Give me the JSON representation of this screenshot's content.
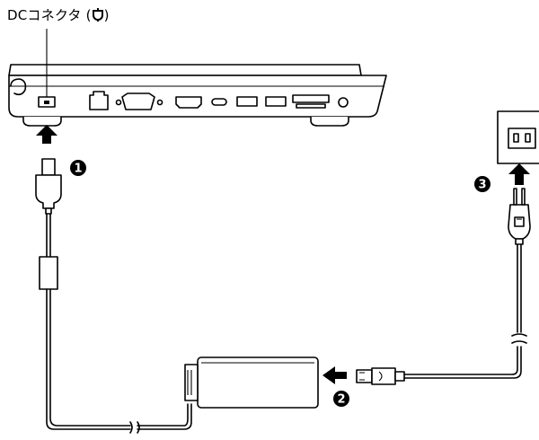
{
  "callout": {
    "connector_label": "DCコネクタ (",
    "connector_label_end": ")"
  },
  "steps": [
    {
      "number": "1"
    },
    {
      "number": "2"
    },
    {
      "number": "3"
    }
  ],
  "icons": {
    "dc_symbol": "dc-power-icon",
    "arrow": "arrow-icon"
  },
  "colors": {
    "line": "#000000",
    "background": "#ffffff"
  }
}
